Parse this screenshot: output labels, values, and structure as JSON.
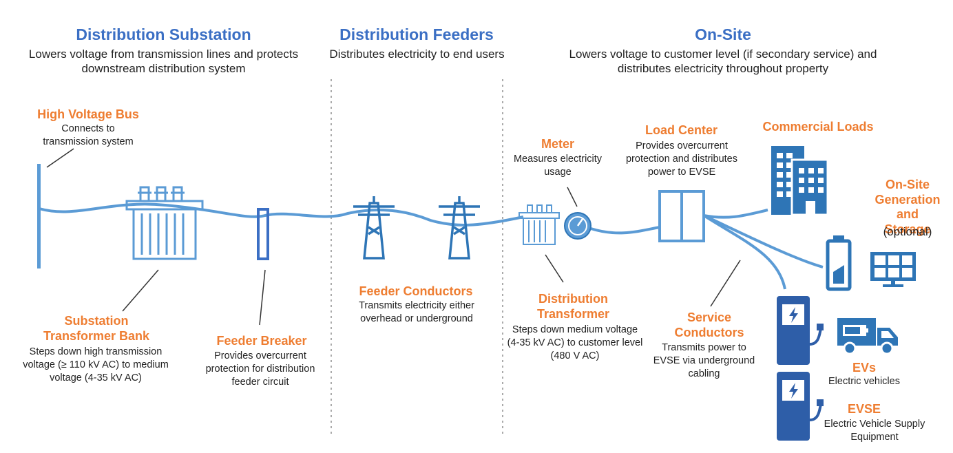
{
  "sections": {
    "substation": {
      "title": "Distribution Substation",
      "desc": "Lowers voltage from transmission lines and protects downstream distribution system"
    },
    "feeders": {
      "title": "Distribution Feeders",
      "desc": "Distributes electricity to end users"
    },
    "onsite": {
      "title": "On-Site",
      "desc": "Lowers voltage to customer level (if secondary service) and distributes electricity throughout property"
    }
  },
  "components": {
    "hv_bus": {
      "title": "High Voltage Bus",
      "desc": "Connects to transmission system"
    },
    "transformer_bank": {
      "title": "Substation Transformer Bank",
      "desc": "Steps down high transmission voltage (≥ 110 kV AC) to medium voltage (4-35 kV AC)"
    },
    "feeder_breaker": {
      "title": "Feeder Breaker",
      "desc": "Provides overcurrent protection for distribution feeder circuit"
    },
    "feeder_conductors": {
      "title": "Feeder Conductors",
      "desc": "Transmits electricity either overhead or underground"
    },
    "meter": {
      "title": "Meter",
      "desc": "Measures electricity usage"
    },
    "dist_transformer": {
      "title": "Distribution Transformer",
      "desc": "Steps down medium voltage (4-35 kV AC) to customer level (480 V AC)"
    },
    "load_center": {
      "title": "Load Center",
      "desc": "Provides overcurrent protection and distributes power to EVSE"
    },
    "commercial_loads": {
      "title": "Commercial Loads"
    },
    "onsite_gen": {
      "title": "On-Site Generation and Storage",
      "desc": "(optional)"
    },
    "service_conductors": {
      "title": "Service Conductors",
      "desc": "Transmits power to EVSE via underground cabling"
    },
    "evs": {
      "title": "EVs",
      "desc": "Electric vehicles"
    },
    "evse": {
      "title": "EVSE",
      "desc": "Electric Vehicle Supply Equipment"
    }
  },
  "colors": {
    "blue": "#3b6fc4",
    "line": "#5b9bd5",
    "orange": "#ee7d31",
    "icon": "#2e75b6"
  }
}
